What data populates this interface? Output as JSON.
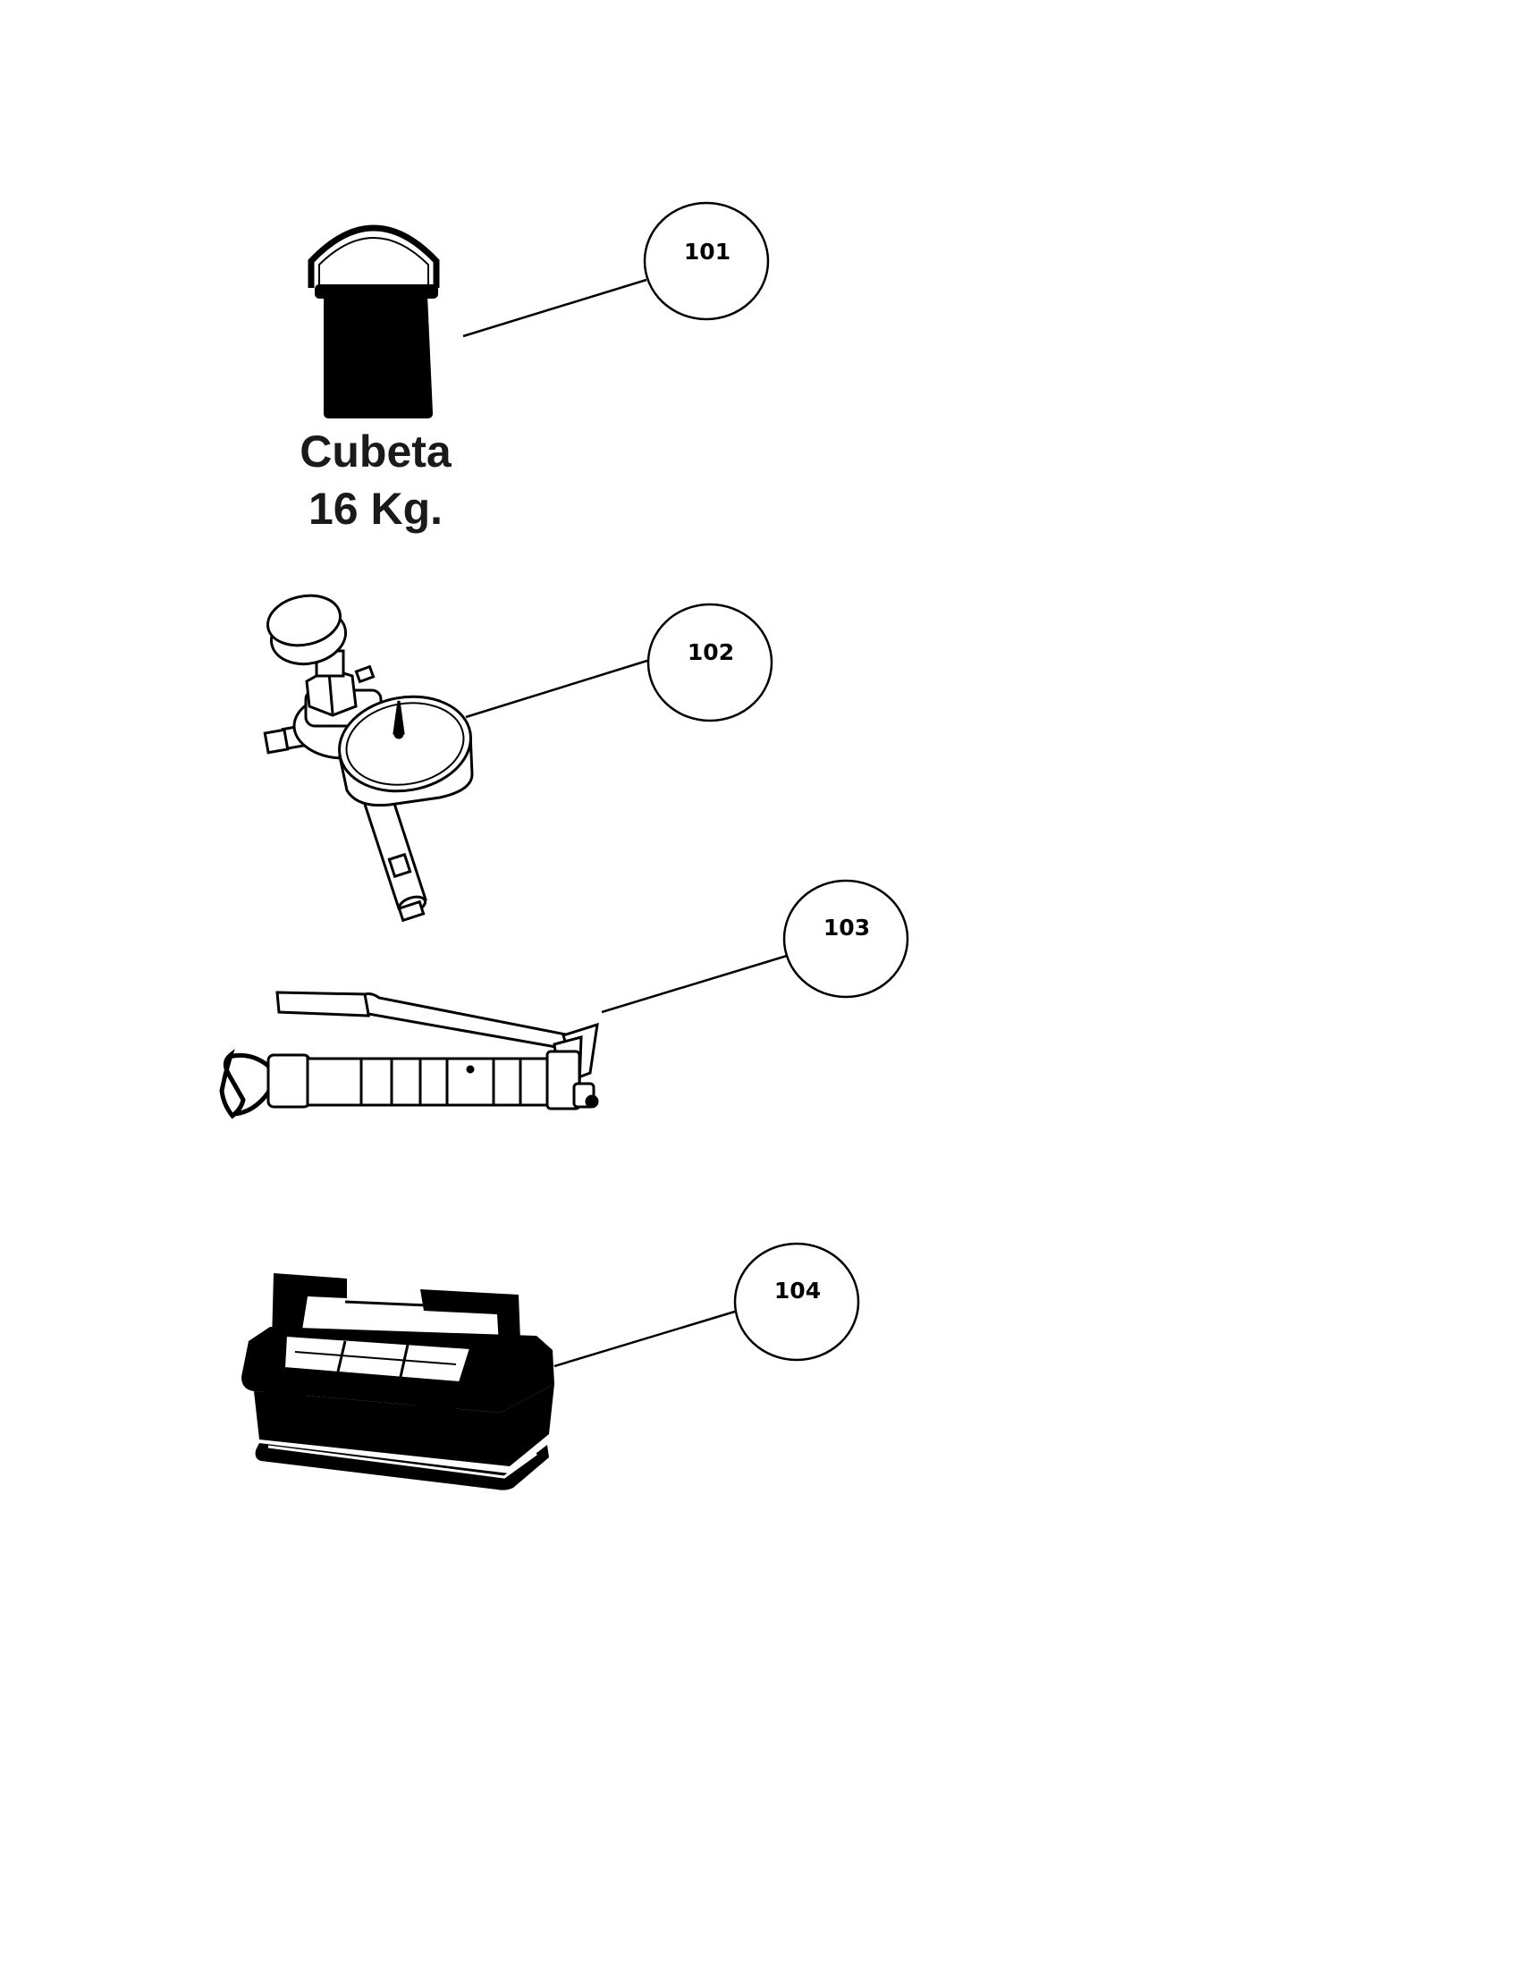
{
  "items": [
    {
      "callout": "101",
      "name": "bucket",
      "caption_line1": "Cubeta",
      "caption_line2": "16 Kg."
    },
    {
      "callout": "102",
      "name": "pressure-gauge"
    },
    {
      "callout": "103",
      "name": "grease-gun"
    },
    {
      "callout": "104",
      "name": "toolbox"
    }
  ]
}
